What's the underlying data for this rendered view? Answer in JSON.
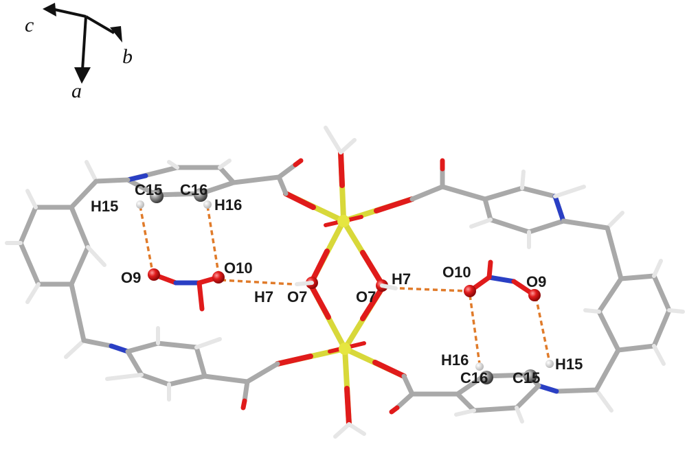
{
  "axes": {
    "a": "a",
    "b": "b",
    "c": "c"
  },
  "atom_labels": {
    "left": {
      "c15": "C15",
      "c16": "C16",
      "h15": "H15",
      "h16": "H16",
      "o9": "O9",
      "o10": "O10",
      "h7": "H7",
      "o7": "O7"
    },
    "right": {
      "o7": "O7",
      "h7": "H7",
      "o10": "O10",
      "o9": "O9",
      "h16": "H16",
      "h15": "H15",
      "c16": "C16",
      "c15": "C15"
    }
  },
  "colors": {
    "carbon": "#a9a9a9",
    "hydrogen": "#e8e8e8",
    "nitrogen": "#2a3fc4",
    "oxygen": "#e01b1b",
    "metal": "#e4e43a",
    "hydrogen_bond": "#e07b2a",
    "axis": "#111111"
  }
}
